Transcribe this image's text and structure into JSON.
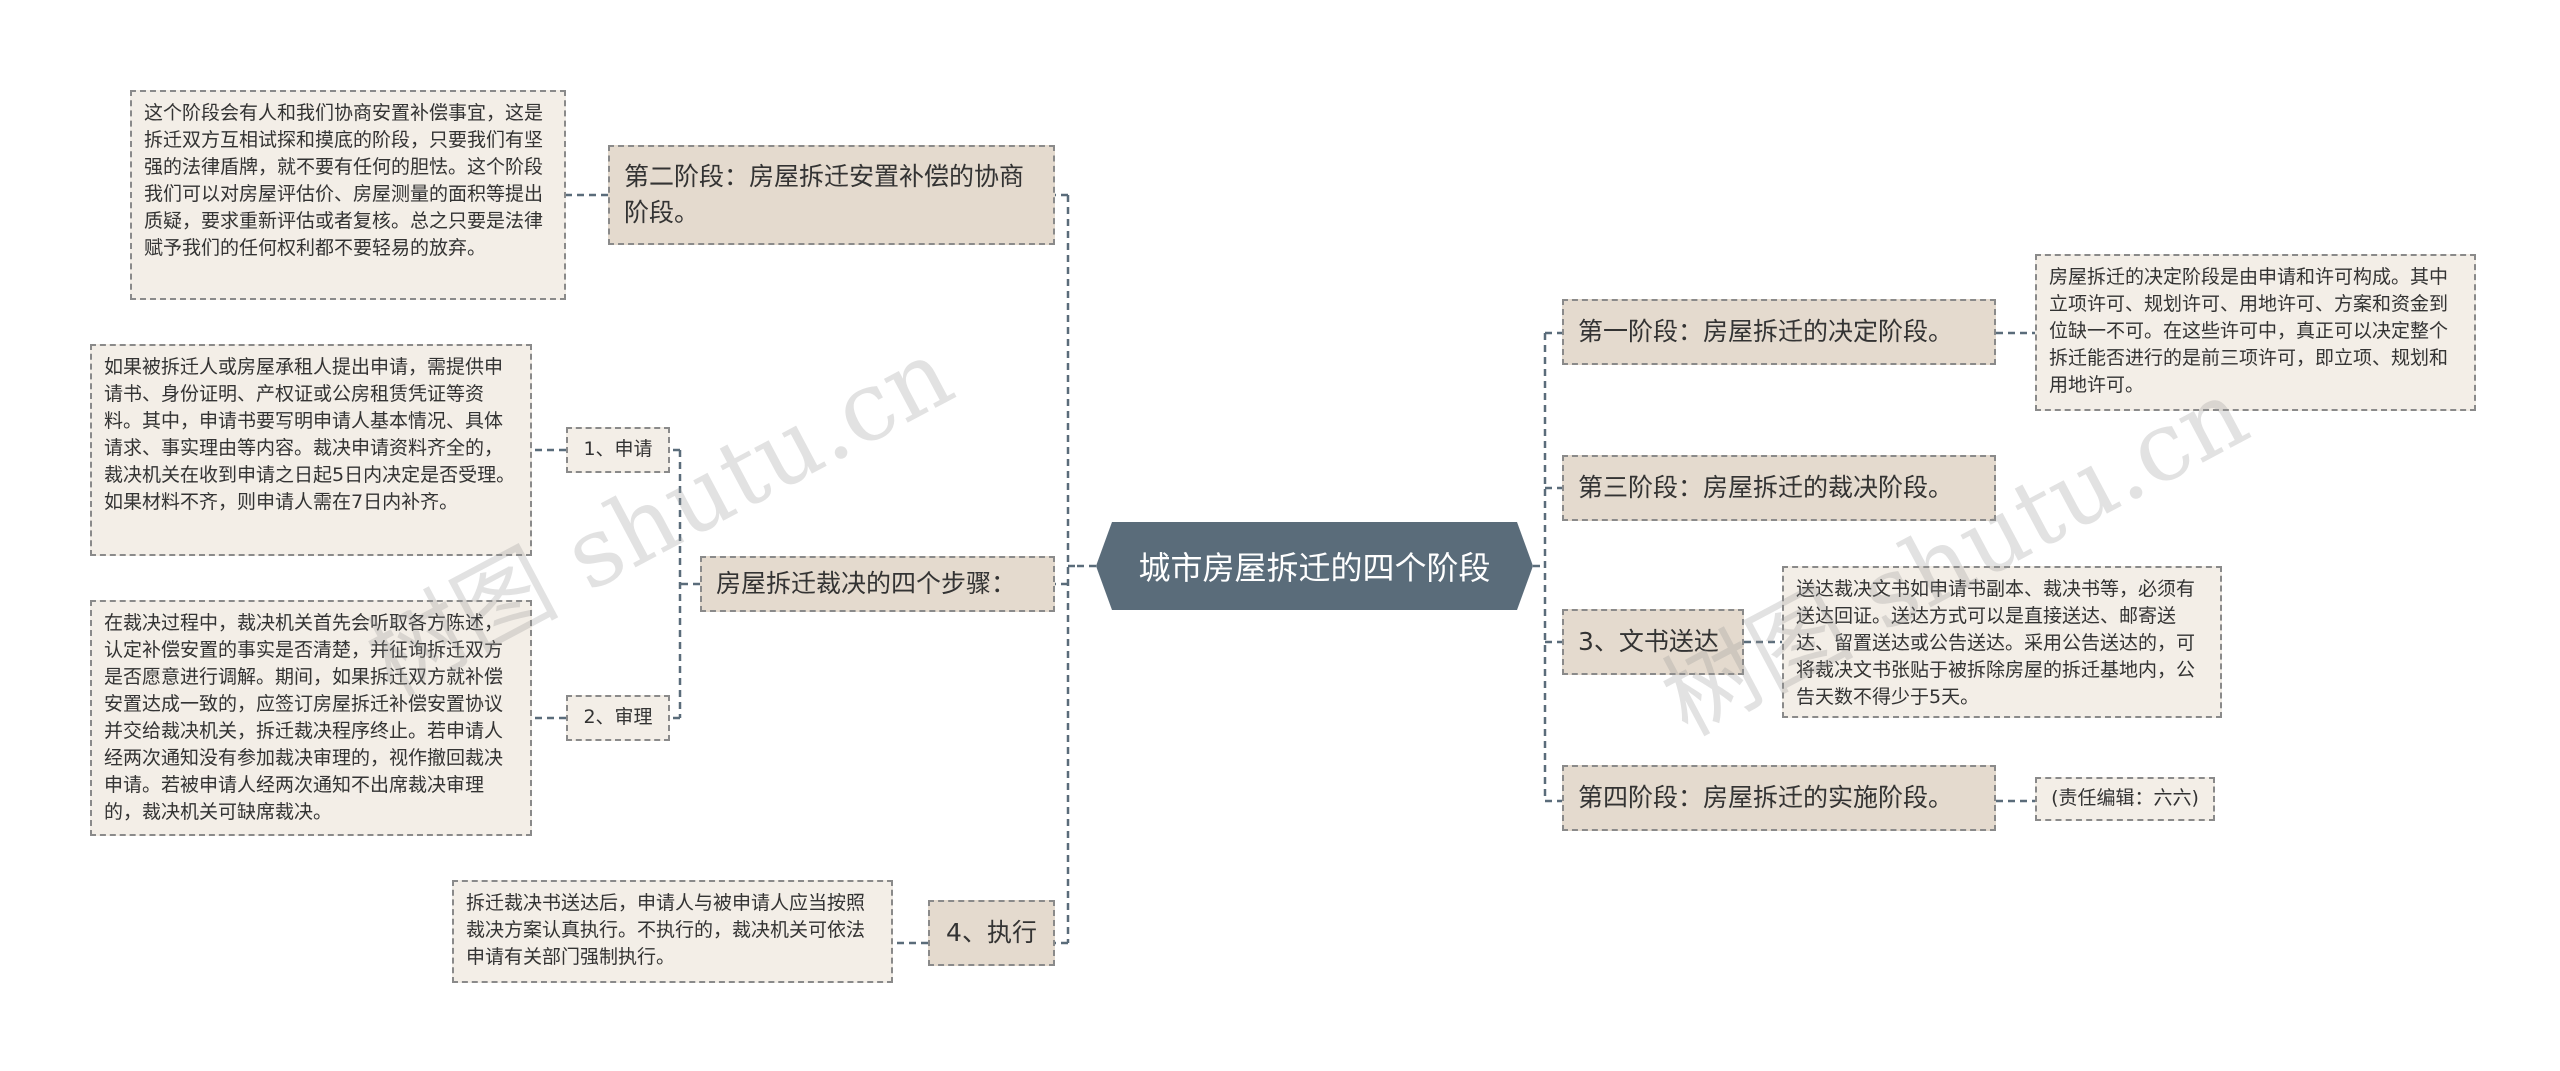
{
  "root": {
    "title": "城市房屋拆迁的四个阶段"
  },
  "left": {
    "stage2": {
      "title": "第二阶段：房屋拆迁安置补偿的协商阶段。",
      "note": "这个阶段会有人和我们协商安置补偿事宜，这是拆迁双方互相试探和摸底的阶段，只要我们有坚强的法律盾牌，就不要有任何的胆怯。这个阶段我们可以对房屋评估价、房屋测量的面积等提出质疑，要求重新评估或者复核。总之只要是法律赋予我们的任何权利都不要轻易的放弃。"
    },
    "steps": {
      "title": "房屋拆迁裁决的四个步骤：",
      "apply": {
        "label": "1、申请",
        "note": "如果被拆迁人或房屋承租人提出申请，需提供申请书、身份证明、产权证或公房租赁凭证等资料。其中，申请书要写明申请人基本情况、具体请求、事实理由等内容。裁决申请资料齐全的，裁决机关在收到申请之日起5日内决定是否受理。如果材料不齐，则申请人需在7日内补齐。"
      },
      "review": {
        "label": "2、审理",
        "note": "在裁决过程中，裁决机关首先会听取各方陈述，认定补偿安置的事实是否清楚，并征询拆迁双方是否愿意进行调解。期间，如果拆迁双方就补偿安置达成一致的，应签订房屋拆迁补偿安置协议并交给裁决机关，拆迁裁决程序终止。若申请人经两次通知没有参加裁决审理的，视作撤回裁决申请。若被申请人经两次通知不出席裁决审理的，裁决机关可缺席裁决。"
      }
    },
    "execute": {
      "title": "4、执行",
      "note": "拆迁裁决书送达后，申请人与被申请人应当按照裁决方案认真执行。不执行的，裁决机关可依法申请有关部门强制执行。"
    }
  },
  "right": {
    "stage1": {
      "title": "第一阶段：房屋拆迁的决定阶段。",
      "note": "房屋拆迁的决定阶段是由申请和许可构成。其中立项许可、规划许可、用地许可、方案和资金到位缺一不可。在这些许可中，真正可以决定整个拆迁能否进行的是前三项许可，即立项、规划和用地许可。"
    },
    "stage3": {
      "title": "第三阶段：房屋拆迁的裁决阶段。"
    },
    "delivery": {
      "title": "3、文书送达",
      "note": "送达裁决文书如申请书副本、裁决书等，必须有送达回证。送达方式可以是直接送达、邮寄送达、留置送达或公告送达。采用公告送达的，可将裁决文书张贴于被拆除房屋的拆迁基地内，公告天数不得少于5天。"
    },
    "stage4": {
      "title": "第四阶段：房屋拆迁的实施阶段。",
      "note": "(责任编辑：六六)"
    }
  },
  "watermarks": [
    "树图 shutu.cn",
    "树图 shutu.cn"
  ],
  "colors": {
    "root_bg": "#5a6c7a",
    "branch_bg": "#e4dace",
    "leaf_bg": "#f3eee7",
    "line": "#5a6c7a"
  }
}
